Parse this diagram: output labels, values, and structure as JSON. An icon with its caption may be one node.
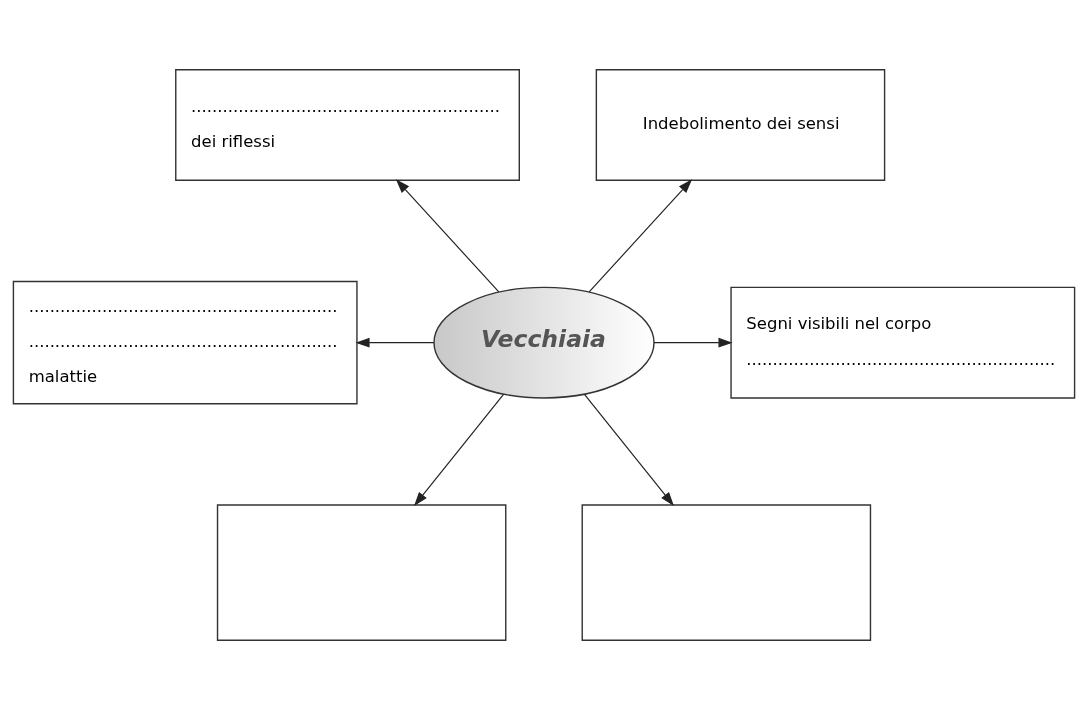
{
  "diagram": {
    "nodes": [
      {
        "text": [
          "Vecchiaia"
        ]
      },
      {
        "text": [
          "...........................................................",
          "dei riflessi"
        ]
      },
      {
        "text": [
          "Indebolimento dei sensi"
        ]
      },
      {
        "text": [
          "...........................................................",
          "...........................................................",
          "malattie"
        ]
      },
      {
        "text": [
          "Segni visibili nel corpo",
          "..........................................................."
        ]
      },
      {
        "text": [],
        "shape": "box"
      },
      {
        "text": [],
        "shape": "box"
      }
    ],
    "edges": [
      {
        "from": 0,
        "to": 1,
        "arrow": "to"
      },
      {
        "from": 0,
        "to": 2,
        "arrow": "to"
      },
      {
        "from": 0,
        "to": 3,
        "arrow": "to"
      },
      {
        "from": 0,
        "to": 4,
        "arrow": "to"
      },
      {
        "from": 0,
        "to": 5,
        "arrow": "to"
      },
      {
        "from": 0,
        "to": 6,
        "arrow": "to"
      }
    ]
  }
}
